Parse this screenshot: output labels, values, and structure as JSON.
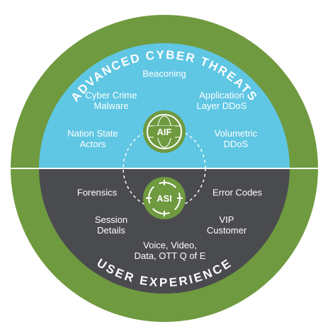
{
  "colors": {
    "outer_ring": "#6f9a3f",
    "threats_half": "#5fc6e3",
    "experience_half": "#4a4b4f",
    "badge": "#6f9a3f",
    "text": "#ffffff"
  },
  "ring": {
    "top_label": "ADVANCED CYBER THREATS",
    "bottom_label": "USER EXPERIENCE"
  },
  "badges": {
    "aif": {
      "label": "AIF",
      "icon": "globe-icon"
    },
    "asi": {
      "label": "ASI",
      "icon": "crosshair-icon"
    }
  },
  "threats": {
    "beaconing": "Beaconing",
    "cyber_crime": "Cyber Crime\nMalware",
    "app_ddos": "Application\nLayer DDoS",
    "nation_state": "Nation State\nActors",
    "volumetric": "Volumetric\nDDoS"
  },
  "experience": {
    "forensics": "Forensics",
    "error_codes": "Error Codes",
    "session": "Session\nDetails",
    "vip": "VIP\nCustomer",
    "voice": "Voice, Video,\nData, OTT Q of E"
  }
}
